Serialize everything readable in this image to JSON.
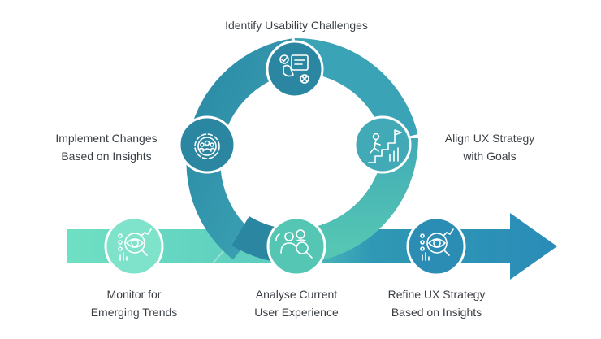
{
  "colors": {
    "ring_dark": "#2b8aa6",
    "ring_mid": "#3fa7b5",
    "ring_light": "#52c3b2",
    "arrow_light": "#6fe0c3",
    "arrow_dark": "#2a8cb8",
    "node_fill": "#2b86a2",
    "icon_stroke": "#ffffff",
    "text": "#3a3f45"
  },
  "steps": {
    "identify": {
      "line1": "Identify Usability Challenges",
      "icon": "checklist-hand-icon"
    },
    "align": {
      "line1": "Align UX Strategy",
      "line2": "with Goals",
      "icon": "growth-climb-icon"
    },
    "implement": {
      "line1": "Implement Changes",
      "line2": "Based on Insights",
      "icon": "gear-team-icon"
    },
    "monitor": {
      "line1": "Monitor for",
      "line2": "Emerging Trends",
      "icon": "eye-analytics-icon"
    },
    "analyse": {
      "line1": "Analyse Current",
      "line2": "User Experience",
      "icon": "users-search-icon"
    },
    "refine": {
      "line1": "Refine UX Strategy",
      "line2": "Based on Insights",
      "icon": "eye-analytics-icon"
    }
  }
}
